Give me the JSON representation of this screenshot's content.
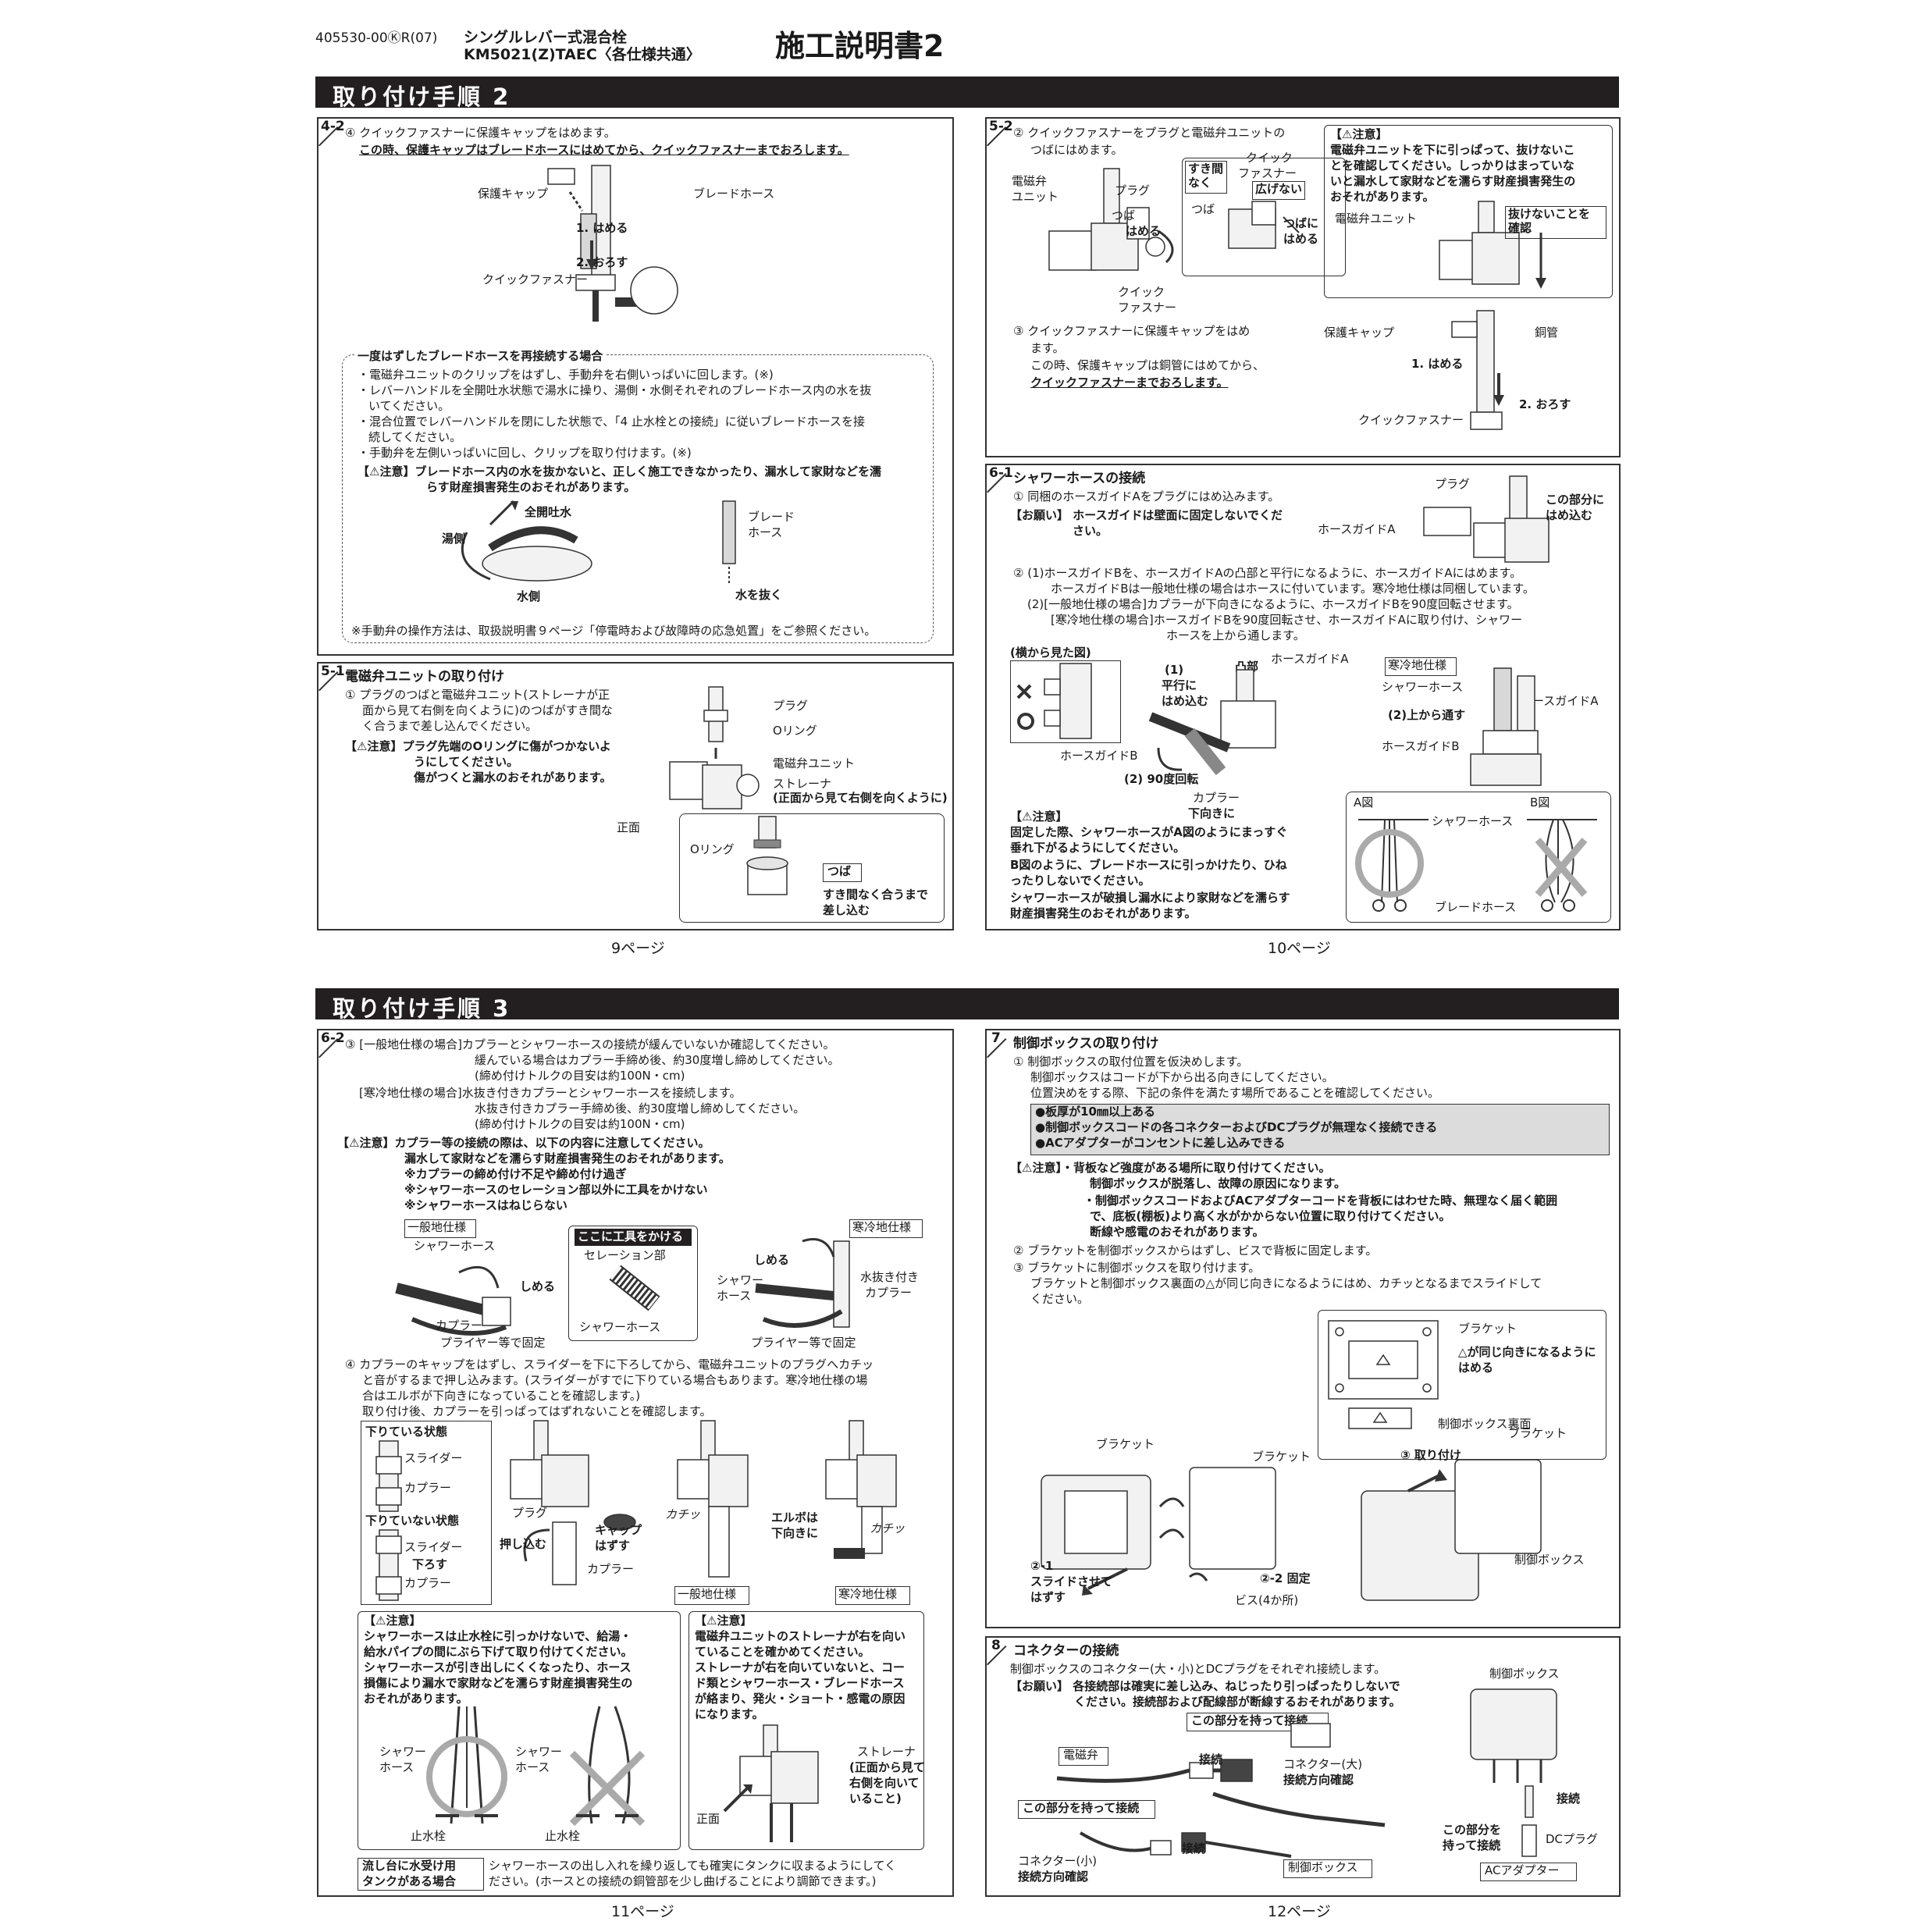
{
  "header": {
    "code": "405530-00ⓀR(07)",
    "product": "シングルレバー式混合栓",
    "model": "KM5021(Z)TAEC〈各仕様共通〉",
    "doc_title": "施工説明書2"
  },
  "sections": {
    "s2": "取り付け手順 2",
    "s3": "取り付け手順 3"
  },
  "pages": {
    "p9": "9ページ",
    "p10": "10ページ",
    "p11": "11ページ",
    "p12": "12ページ"
  },
  "p42": {
    "num": "4-2",
    "l1": "④ クイックファスナーに保護キャップをはめます。",
    "l2": "この時、保護キャップはブレードホースにはめてから、クイックファスナーまでおろします。",
    "lab_cap": "保護キャップ",
    "lab_hose": "ブレードホース",
    "lab_step1": "1. はめる",
    "lab_step2": "2. おろす",
    "lab_qf": "クイックファスナー",
    "re_title": "一度はずしたブレードホースを再接続する場合",
    "re1": "・電磁弁ユニットのクリップをはずし、手動弁を右側いっぱいに回します。(※)",
    "re2": "・レバーハンドルを全開吐水状態で湯水に操り、湯側・水側それぞれのブレードホース内の水を抜",
    "re2b": "いてください。",
    "re3": "・混合位置でレバーハンドルを閉にした状態で、「4 止水栓との接続」に従いブレードホースを接",
    "re3b": "続してください。",
    "re4": "・手動弁を左側いっぱいに回し、クリップを取り付けます。(※)",
    "caution1": "【⚠注意】ブレードホース内の水を抜かないと、正しく施工できなかったり、漏水して家財などを濡",
    "caution1b": "らす財産損害発生のおそれがあります。",
    "lab_full": "全開吐水",
    "lab_hot": "湯側",
    "lab_cold": "水側",
    "lab_blade": "ブレード",
    "lab_blade2": "ホース",
    "lab_drain": "水を抜く",
    "note": "※手動弁の操作方法は、取扱説明書９ページ「停電時および故障時の応急処置」をご参照ください。"
  },
  "p51": {
    "num": "5-1",
    "title": "電磁弁ユニットの取り付け",
    "l1": "① プラグのつばと電磁弁ユニット(ストレーナが正",
    "l2": "面から見て右側を向くように)のつばがすき間な",
    "l3": "く合うまで差し込んでください。",
    "c1": "【⚠注意】プラグ先端のOリングに傷がつかないよ",
    "c2": "うにしてください。",
    "c3": "傷がつくと漏水のおそれがあります。",
    "lab_plug": "プラグ",
    "lab_oring": "Oリング",
    "lab_unit": "電磁弁ユニット",
    "lab_strainer": "ストレーナ",
    "lab_strainer2": "(正面から見て右側を向くように)",
    "lab_front": "正面",
    "lab_oring2": "Oリング",
    "lab_tsuba": "つば",
    "lab_fit": "すき間なく合うまで",
    "lab_fit2": "差し込む"
  },
  "p52": {
    "num": "5-2",
    "l1": "② クイックファスナーをプラグと電磁弁ユニットの",
    "l2": "つばにはめます。",
    "lab_unit": "電磁弁",
    "lab_unit2": "ユニット",
    "lab_plug": "プラグ",
    "lab_tsuba": "つば",
    "lab_hameru": "はめる",
    "lab_qf": "クイック",
    "lab_qf2": "ファスナー",
    "lab_nogap": "すき間",
    "lab_nogap2": "なく",
    "lab_qfb": "クイック",
    "lab_qfb2": "ファスナー",
    "lab_nowide": "広げない",
    "lab_tsuba2": "つば",
    "lab_tsuba3": "つばに",
    "lab_hameru2": "はめる",
    "l3": "③ クイックファスナーに保護キャップをはめ",
    "l4": "ます。",
    "l5": "この時、保護キャップは銅管にはめてから、",
    "l6": "クイックファスナーまでおろします。",
    "c_title": "【⚠注意】",
    "c1": "電磁弁ユニットを下に引っぱって、抜けないこ",
    "c2": "とを確認してください。しっかりはまっていな",
    "c3": "いと漏水して家財などを濡らす財産損害発生の",
    "c4": "おそれがあります。",
    "lab_unitc": "電磁弁ユニット",
    "lab_check": "抜けないことを",
    "lab_check2": "確認",
    "lab_cap": "保護キャップ",
    "lab_copper": "銅管",
    "lab_s1": "1. はめる",
    "lab_s2": "2. おろす",
    "lab_qf3": "クイックファスナー"
  },
  "p61": {
    "num": "6-1",
    "title": "シャワーホースの接続",
    "l1": "① 同梱のホースガイドAをプラグにはめ込みます。",
    "r1": "【お願い】 ホースガイドは壁面に固定しないでくだ",
    "r2": "さい。",
    "lab_plug": "プラグ",
    "lab_here": "この部分に",
    "lab_here2": "はめ込む",
    "lab_ga": "ホースガイドA",
    "l2": "② (1)ホースガイドBを、ホースガイドAの凸部と平行になるように、ホースガイドAにはめます。",
    "l3": "ホースガイドBは一般地仕様の場合はホースに付いています。寒冷地仕様は同梱しています。",
    "l4": "(2)[一般地仕様の場合]カプラーが下向きになるように、ホースガイドBを90度回転させます。",
    "l5": "[寒冷地仕様の場合]ホースガイドBを90度回転させ、ホースガイドAに取り付け、シャワー",
    "l6": "ホースを上から通します。",
    "lab_side": "(横から見た図)",
    "lab_1": "(1)",
    "lab_parallel": "平行に",
    "lab_fit": "はめ込む",
    "lab_convex": "凸部",
    "lab_ga2": "ホースガイドA",
    "lab_gb": "ホースガイドB",
    "lab_rot": "(2) 90度回転",
    "lab_coupler": "カプラー",
    "lab_down": "下向きに",
    "lab_cold": "寒冷地仕様",
    "lab_shower": "シャワーホース",
    "lab_ga3": "ホースガイドA",
    "lab_through": "(2)上から通す",
    "lab_gb2": "ホースガイドB",
    "c_title": "【⚠注意】",
    "c1": "固定した際、シャワーホースがA図のようにまっすぐ",
    "c2": "垂れ下がるようにしてください。",
    "c3": "B図のように、ブレードホースに引っかけたり、ひね",
    "c4": "ったりしないでください。",
    "c5": "シャワーホースが破損し漏水により家財などを濡らす",
    "c6": "財産損害発生のおそれがあります。",
    "lab_a": "A図",
    "lab_b": "B図",
    "lab_showerh": "シャワーホース",
    "lab_blade": "ブレードホース"
  },
  "p62": {
    "num": "6-2",
    "l1": "③ [一般地仕様の場合]カプラーとシャワーホースの接続が緩んでいないか確認してください。",
    "l2": "緩んでいる場合はカプラー手締め後、約30度増し締めしてください。",
    "l3": "(締め付けトルクの目安は約100N・cm)",
    "l4": "[寒冷地仕様の場合]水抜き付きカプラーとシャワーホースを接続します。",
    "l5": "水抜き付きカプラー手締め後、約30度増し締めしてください。",
    "l6": "(締め付けトルクの目安は約100N・cm)",
    "c1": "【⚠注意】カプラー等の接続の際は、以下の内容に注意してください。",
    "c2": "漏水して家財などを濡らす財産損害発生のおそれがあります。",
    "c3": "※カプラーの締め付け不足や締め付け過ぎ",
    "c4": "※シャワーホースのセレーション部以外に工具をかけない",
    "c5": "※シャワーホースはねじらない",
    "lab_gen": "一般地仕様",
    "lab_shower": "シャワーホース",
    "lab_tighten": "しめる",
    "lab_coupler": "カプラー",
    "lab_plier": "プライヤー等で固定",
    "lab_tool": "ここに工具をかける",
    "lab_serr": "セレーション部",
    "lab_shower2": "シャワーホース",
    "lab_cold": "寒冷地仕様",
    "lab_tighten2": "しめる",
    "lab_shower3": "シャワー",
    "lab_shower3b": "ホース",
    "lab_drainc": "水抜き付き",
    "lab_drainc2": "カプラー",
    "lab_plier2": "プライヤー等で固定",
    "l7": "④ カプラーのキャップをはずし、スライダーを下に下ろしてから、電磁弁ユニットのプラグへカチッ",
    "l8": "と音がするまで押し込みます。(スライダーがすでに下りている場合もあります。寒冷地仕様の場",
    "l9": "合はエルボが下向きになっていることを確認します。)",
    "l10": "取り付け後、カプラーを引っぱってはずれないことを確認します。",
    "lab_downst": "下りている状態",
    "lab_slider": "スライダー",
    "lab_coupler2": "カプラー",
    "lab_notdown": "下りていない状態",
    "lab_slider2": "スライダー",
    "lab_lower": "下ろす",
    "lab_coupler3": "カプラー",
    "lab_plug": "プラグ",
    "lab_push": "押し込む",
    "lab_cap": "キャップ",
    "lab_cap2": "はずす",
    "lab_coupler4": "カプラー",
    "lab_click": "カチッ",
    "lab_elbow": "エルボは",
    "lab_elbow2": "下向きに",
    "lab_click2": "カチッ",
    "lab_gen2": "一般地仕様",
    "lab_cold2": "寒冷地仕様",
    "ca_title": "【⚠注意】",
    "ca1": "シャワーホースは止水栓に引っかけないで、給湯・",
    "ca2": "給水パイプの間にぶら下げて取り付けてください。",
    "ca3": "シャワーホースが引き出しにくくなったり、ホース",
    "ca4": "損傷により漏水で家財などを濡らす財産損害発生の",
    "ca5": "おそれがあります。",
    "lab_sh1": "シャワー",
    "lab_sh1b": "ホース",
    "lab_sh2": "シャワー",
    "lab_sh2b": "ホース",
    "lab_stop1": "止水栓",
    "lab_stop2": "止水栓",
    "cb_title": "【⚠注意】",
    "cb1": "電磁弁ユニットのストレーナが右を向い",
    "cb2": "ていることを確かめてください。",
    "cb3": "ストレーナが右を向いていないと、コー",
    "cb4": "ド類とシャワーホース・ブレードホース",
    "cb5": "が絡まり、発火・ショート・感電の原因",
    "cb6": "になります。",
    "lab_str": "ストレーナ",
    "lab_str2": "(正面から見て",
    "lab_str3": "右側を向いて",
    "lab_str4": "いること)",
    "lab_front": "正面",
    "tank1": "流し台に水受け用",
    "tank2": "タンクがある場合",
    "tanktxt1": "シャワーホースの出し入れを繰り返しても確実にタンクに収まるようにしてく",
    "tanktxt2": "ださい。(ホースとの接続の銅管部を少し曲げることにより調節できます。)"
  },
  "p7": {
    "num": "7",
    "title": "制御ボックスの取り付け",
    "l1": "① 制御ボックスの取付位置を仮決めします。",
    "l2": "制御ボックスはコードが下から出る向きにしてください。",
    "l3": "位置決めをする際、下記の条件を満たす場所であることを確認してください。",
    "g1": "●板厚が10㎜以上ある",
    "g2": "●制御ボックスコードの各コネクターおよびDCプラグが無理なく接続できる",
    "g3": "●ACアダプターがコンセントに差し込みできる",
    "c1": "【⚠注意】・背板など強度がある場所に取り付けてください。",
    "c2": "制御ボックスが脱落し、故障の原因になります。",
    "c3": "・制御ボックスコードおよびACアダプターコードを背板にはわせた時、無理なく届く範囲",
    "c4": "で、底板(棚板)より高く水がかからない位置に取り付けてください。",
    "c5": "断線や感電のおそれがあります。",
    "l4": "② ブラケットを制御ボックスからはずし、ビスで背板に固定します。",
    "l5": "③ ブラケットに制御ボックスを取り付けます。",
    "l6": "ブラケットと制御ボックス裏面の△が同じ向きになるようにはめ、カチッとなるまでスライドして",
    "l7": "ください。",
    "lab_bracket": "ブラケット",
    "lab_same": "△が同じ向きになるように",
    "lab_same2": "はめる",
    "lab_back": "制御ボックス裏面",
    "lab_br1": "ブラケット",
    "lab_br2": "ブラケット",
    "lab_br3": "ブラケット",
    "lab_attach": "③ 取り付け",
    "lab_slide": "②-1",
    "lab_slide2": "スライドさせて",
    "lab_slide3": "はずす",
    "lab_fix": "②-2 固定",
    "lab_screw": "ビス(4か所)",
    "lab_box": "制御ボックス"
  },
  "p8": {
    "num": "8",
    "title": "コネクターの接続",
    "l1": "制御ボックスのコネクター(大・小)とDCプラグをそれぞれ接続します。",
    "r1": "【お願い】 各接続部は確実に差し込み、ねじったり引っぱったりしないで",
    "r2": "ください。接続部および配線部が断線するおそれがあります。",
    "lab_box": "制御ボックス",
    "lab_hold": "この部分を持って接続",
    "lab_valve": "電磁弁",
    "lab_connect": "接続",
    "lab_big": "コネクター(大)",
    "lab_big2": "接続方向確認",
    "lab_hold2": "この部分を持って接続",
    "lab_connect2": "接続",
    "lab_small": "コネクター(小)",
    "lab_small2": "接続方向確認",
    "lab_box2": "制御ボックス",
    "lab_connect3": "接続",
    "lab_hold3": "この部分を",
    "lab_hold3b": "持って接続",
    "lab_dc": "DCプラグ",
    "lab_ac": "ACアダプター"
  }
}
